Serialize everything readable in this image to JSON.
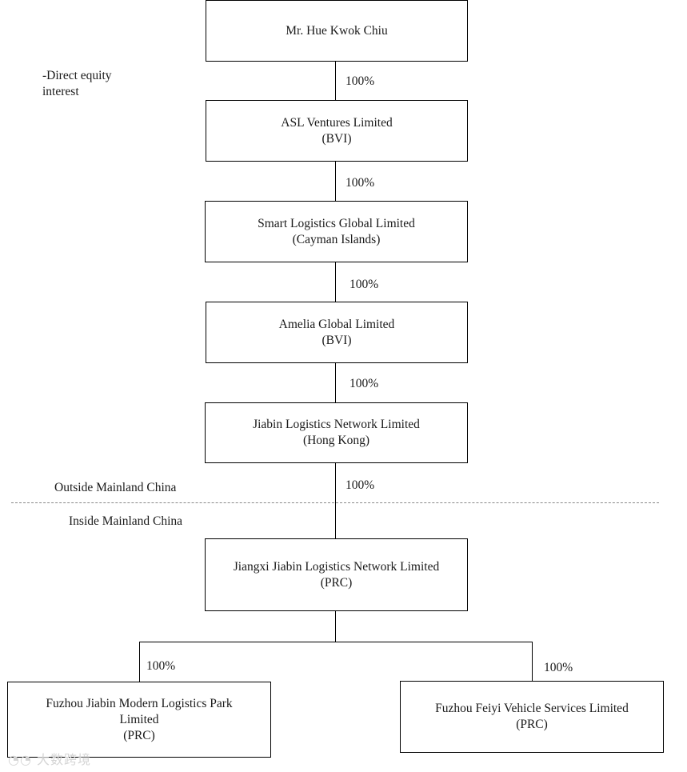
{
  "legend": {
    "line1": "-Direct equity",
    "line2": "interest"
  },
  "entities": {
    "owner": {
      "name": "Mr. Hue Kwok Chiu"
    },
    "asl": {
      "name": "ASL Ventures Limited",
      "jurisdiction": "(BVI)"
    },
    "smart": {
      "name": "Smart Logistics Global Limited",
      "jurisdiction": "(Cayman Islands)"
    },
    "amelia": {
      "name": "Amelia Global Limited",
      "jurisdiction": "(BVI)"
    },
    "jiabin_hk": {
      "name": "Jiabin Logistics Network Limited",
      "jurisdiction": "(Hong Kong)"
    },
    "jiangxi": {
      "name": "Jiangxi Jiabin Logistics Network Limited",
      "jurisdiction": "(PRC)"
    },
    "fuzhou_park": {
      "name_line1": "Fuzhou Jiabin Modern Logistics Park",
      "name_line2": "Limited",
      "jurisdiction": "(PRC)"
    },
    "fuzhou_feiyi": {
      "name": "Fuzhou Feiyi Vehicle Services Limited",
      "jurisdiction": "(PRC)"
    }
  },
  "ownership": {
    "owner_to_asl": "100%",
    "asl_to_smart": "100%",
    "smart_to_amelia": "100%",
    "amelia_to_jiabin_hk": "100%",
    "jiabin_hk_to_jiangxi": "100%",
    "jiangxi_to_fuzhou_park": "100%",
    "jiangxi_to_fuzhou_feiyi": "100%"
  },
  "boundary": {
    "outside_label": "Outside Mainland China",
    "inside_label": "Inside Mainland China"
  },
  "watermark": "大数跨境"
}
